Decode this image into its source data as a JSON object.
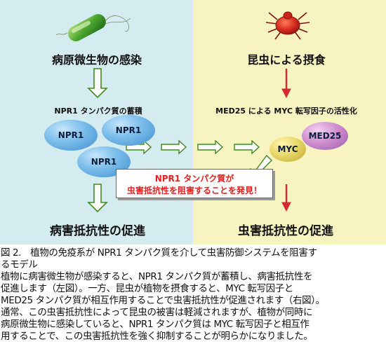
{
  "left": {
    "title": "病原微生物の感染",
    "subtitle": "NPR1 タンパク質の蓄積",
    "protein_label": "NPR1",
    "bottom": "病害抵抗性の促進"
  },
  "right": {
    "title": "昆虫による摂食",
    "subtitle": "MED25 による MYC 転写因子の活性化",
    "myc_label": "MYC",
    "med25_label": "MED25",
    "bottom": "虫害抵抗性の促進"
  },
  "discovery": {
    "line1": "NPR1 タンパク質が",
    "line2": "虫害抵抗性を阻害することを発見！"
  },
  "caption": {
    "title_line1": "図 2.　植物の免疫系が NPR1 タンパク質を介して虫害防御システムを阻害す",
    "title_line2": "るモデル",
    "body": [
      "植物に病害微生物が感染すると、NPR1 タンパク質が蓄積し、病害抵抗性を",
      "促進します（左図）。一方、昆虫が植物を摂食すると、MYC 転写因子と",
      "MED25 タンパク質が相互作用することで虫害抵抗性が促進されます（右図）。",
      "通常、この虫害抵抗性によって昆虫の被害は軽減されますが、植物が同時に",
      "病原微生物に感染していると、NPR1 タンパク質は MYC 転写因子と相互作",
      "用することで、この虫害抵抗性を強く抑制することが明らかになりました。"
    ]
  },
  "colors": {
    "left_panel": "#d4ebf0",
    "right_panel": "#f7f4c2",
    "green_arrow": "#3f8a1f",
    "red_arrow": "#d7282f",
    "discovery_text": "#e41f1f"
  },
  "icons": {
    "pathogen": "green-bacterium-icon",
    "insect": "red-mite-icon"
  }
}
